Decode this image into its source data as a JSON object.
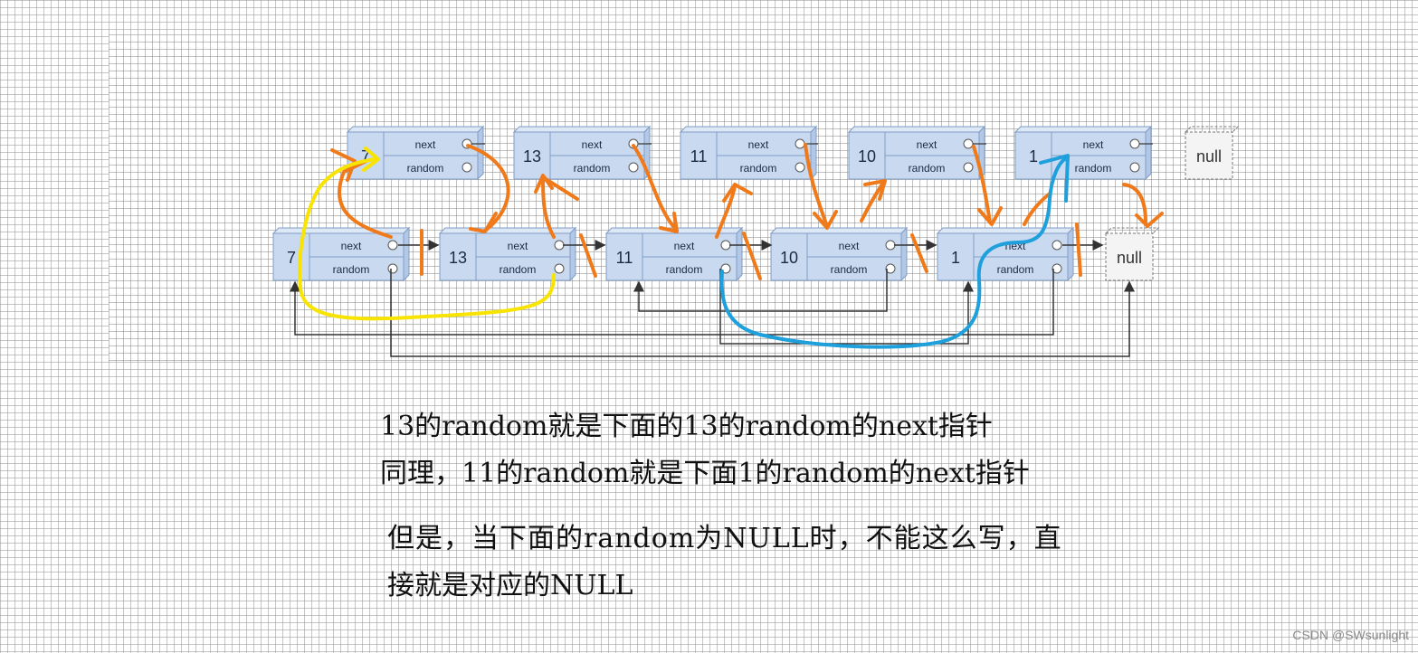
{
  "diagram": {
    "field_labels": {
      "next": "next",
      "random": "random"
    },
    "null_label": "null",
    "top_row": [
      "7",
      "13",
      "11",
      "10",
      "1"
    ],
    "bottom_row": [
      "7",
      "13",
      "11",
      "10",
      "1"
    ],
    "colors": {
      "node_fill": "#c9daf0",
      "node_border": "#7f9cc6",
      "orange": "#f07a1a",
      "yellow": "#f8e400",
      "blue": "#1ea0dc"
    }
  },
  "notes": {
    "line1": "13的random就是下面的13的random的next指针",
    "line2": "同理，11的random就是下面1的random的next指针",
    "line3": "但是，当下面的random为NULL时，不能这么写，直",
    "line4": "接就是对应的NULL"
  },
  "watermark": "CSDN @SWsunlight"
}
